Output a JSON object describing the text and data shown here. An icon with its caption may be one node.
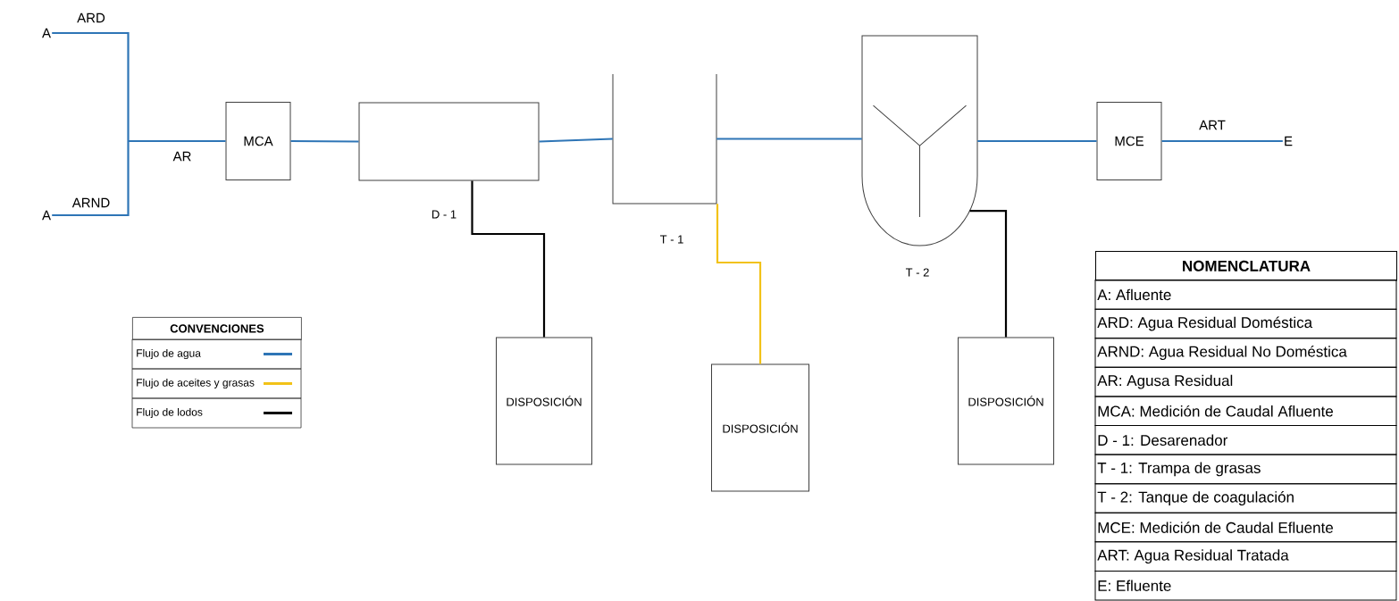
{
  "diagram": {
    "nodes": [
      {
        "text": [
          "A"
        ]
      },
      {
        "text": [
          "A"
        ]
      },
      {
        "text": [
          "MCA"
        ]
      },
      {
        "text": [
          "D - 1"
        ]
      },
      {
        "text": [
          "T - 1"
        ]
      },
      {
        "text": [
          "T - 2"
        ]
      },
      {
        "text": [
          "MCE"
        ]
      },
      {
        "text": [
          "E"
        ]
      },
      {
        "text": [
          "DISPOSICIÓN"
        ]
      },
      {
        "text": [
          "DISPOSICIÓN"
        ]
      },
      {
        "text": [
          "DISPOSICIÓN"
        ]
      }
    ],
    "edges": [
      {
        "from": 0,
        "to": 2,
        "arrow": "none",
        "label": "ARD"
      },
      {
        "from": 1,
        "to": 2,
        "arrow": "none",
        "label": "ARND"
      },
      {
        "from": 2,
        "to": 3,
        "arrow": "none"
      },
      {
        "from": 3,
        "to": 4,
        "arrow": "none"
      },
      {
        "from": 4,
        "to": 5,
        "arrow": "none"
      },
      {
        "from": 5,
        "to": 6,
        "arrow": "none"
      },
      {
        "from": 6,
        "to": 7,
        "arrow": "none",
        "label": "ART"
      },
      {
        "from": 3,
        "to": 8,
        "arrow": "none",
        "color": "#000000"
      },
      {
        "from": 4,
        "to": 9,
        "arrow": "none",
        "color": "#f2c218"
      },
      {
        "from": 5,
        "to": 10,
        "arrow": "none",
        "color": "#000000"
      }
    ],
    "labels": [
      "AR",
      "CONVENCIONES",
      "NOMENCLATURA",
      "A: Afluente",
      "ARD: Agua Residual Doméstica",
      "ARND: Agua Residual No Doméstica",
      "AR: Agusa Residual",
      "MCA: Medición de Caudal Afluente",
      "D - 1: Desarenador",
      "T - 1: Trampa de grasas",
      "T - 2: Tanque de coagulación",
      "MCE: Medición de Caudal Efluente",
      "ART: Agua Residual Tratada",
      "E: Efluente"
    ],
    "legend": [
      {
        "text": "Flujo de agua",
        "color": "#2e75b6"
      },
      {
        "text": "Flujo de aceites y grasas",
        "color": "#f2c218"
      },
      {
        "text": "Flujo de lodos",
        "color": "#000000"
      }
    ]
  }
}
